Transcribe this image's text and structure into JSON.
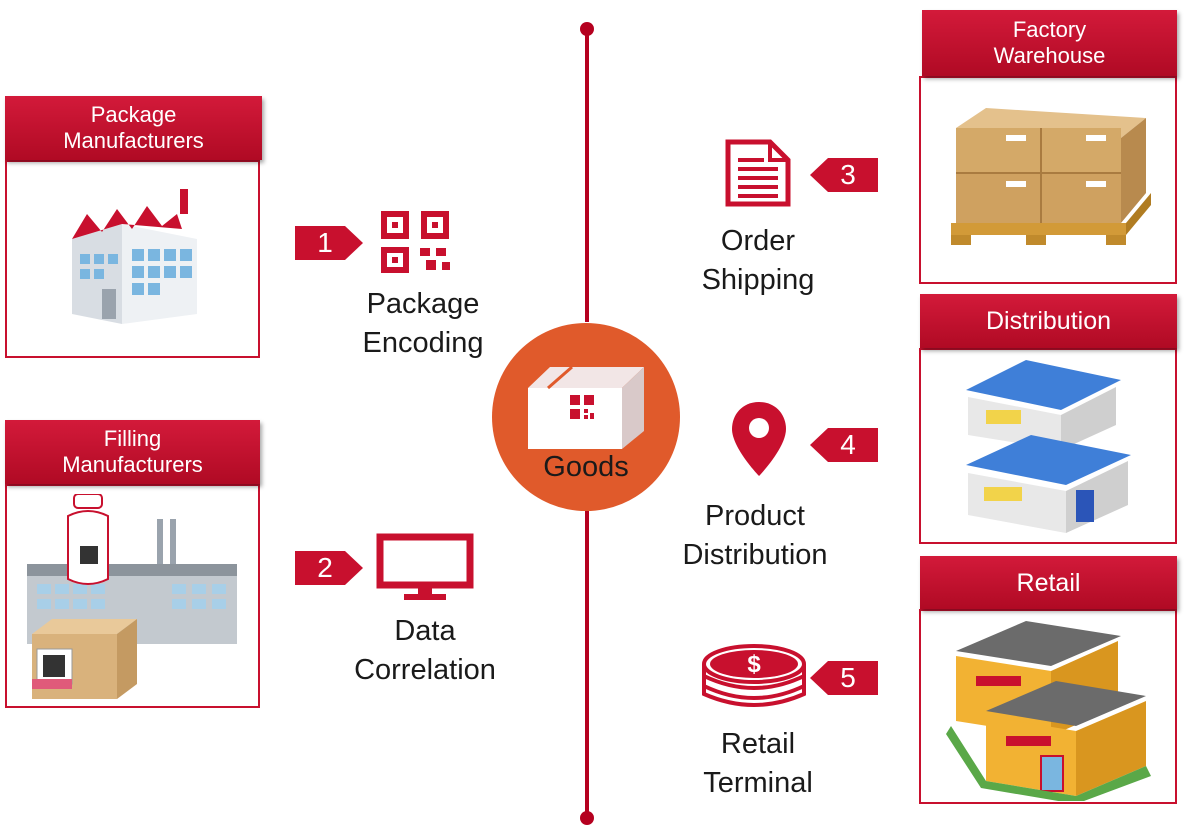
{
  "left_boxes": [
    {
      "title_line1": "Package",
      "title_line2": "Manufacturers"
    },
    {
      "title_line1": "Filling",
      "title_line2": "Manufacturers"
    }
  ],
  "right_boxes": [
    {
      "title_line1": "Factory",
      "title_line2": "Warehouse"
    },
    {
      "title": "Distribution"
    },
    {
      "title": "Retail"
    }
  ],
  "steps": [
    {
      "number": "1",
      "line1": "Package",
      "line2": "Encoding"
    },
    {
      "number": "2",
      "line1": "Data",
      "line2": "Correlation"
    },
    {
      "number": "3",
      "line1": "Order",
      "line2": "Shipping"
    },
    {
      "number": "4",
      "line1": "Product",
      "line2": "Distribution"
    },
    {
      "number": "5",
      "line1": "Retail",
      "line2": "Terminal"
    }
  ],
  "center": {
    "label": "Goods"
  },
  "colors": {
    "accent": "#c8102e",
    "center_circle": "#e05a2b"
  }
}
